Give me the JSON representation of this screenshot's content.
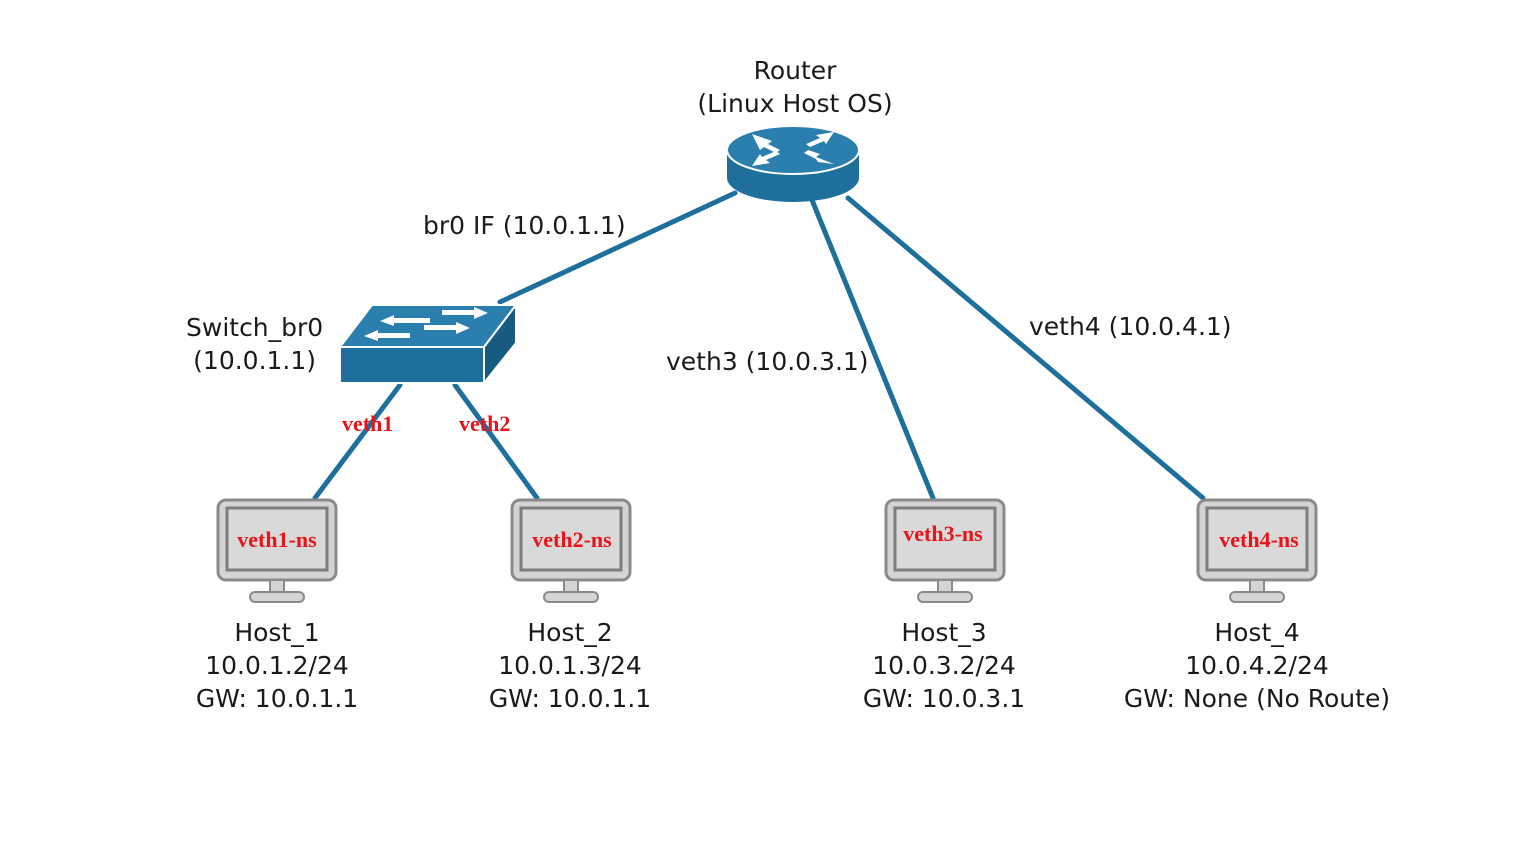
{
  "colors": {
    "device_blue": "#1f6f9c",
    "link": "#1f6f9c",
    "monitor_fill": "#d4d4d4",
    "monitor_stroke": "#8a8a8a",
    "iface_red": "#e8141a"
  },
  "router": {
    "title": "Router",
    "subtitle": "(Linux Host OS)",
    "icon": "router-icon"
  },
  "switch": {
    "title": "Switch_br0",
    "subtitle": "(10.0.1.1)",
    "icon": "switch-icon"
  },
  "links": {
    "br0": "br0 IF (10.0.1.1)",
    "veth3": "veth3 (10.0.3.1)",
    "veth4": "veth4 (10.0.4.1)",
    "veth1": "veth1",
    "veth2": "veth2"
  },
  "hosts": [
    {
      "name": "Host_1",
      "ip": "10.0.1.2/24",
      "gw": "GW: 10.0.1.1",
      "ns": "veth1-ns",
      "icon": "monitor-icon"
    },
    {
      "name": "Host_2",
      "ip": "10.0.1.3/24",
      "gw": "GW: 10.0.1.1",
      "ns": "veth2-ns",
      "icon": "monitor-icon"
    },
    {
      "name": "Host_3",
      "ip": "10.0.3.2/24",
      "gw": "GW: 10.0.3.1",
      "ns": "veth3-ns",
      "icon": "monitor-icon"
    },
    {
      "name": "Host_4",
      "ip": "10.0.4.2/24",
      "gw": "GW: None (No Route)",
      "ns": "veth4-ns",
      "icon": "monitor-icon"
    }
  ]
}
